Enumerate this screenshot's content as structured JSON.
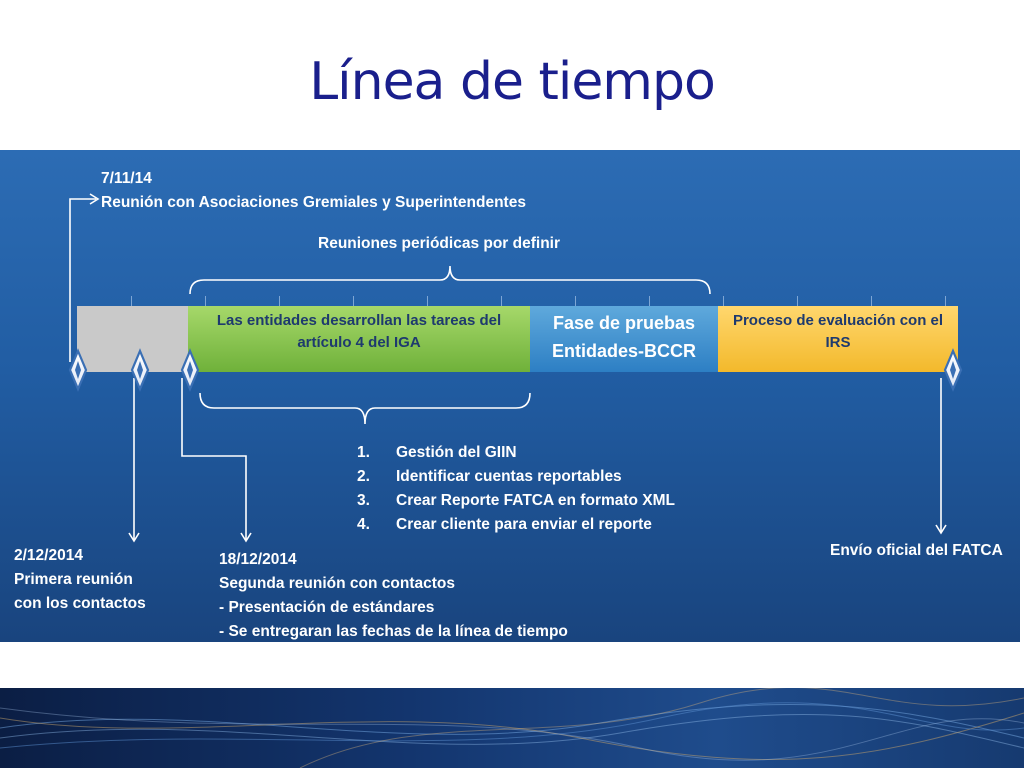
{
  "title": "Línea de tiempo",
  "events": {
    "nov": {
      "date": "7/11/14",
      "text": "Reunión con Asociaciones Gremiales y Superintendentes"
    },
    "dec2": {
      "date": "2/12/2014",
      "line1": "Primera reunión",
      "line2": "con los contactos"
    },
    "dec18": {
      "date": "18/12/2014",
      "line1": "Segunda reunión con contactos",
      "line2": "- Presentación de estándares",
      "line3": "- Se entregaran las fechas de la línea de tiempo"
    },
    "final": {
      "text": "Envío oficial del FATCA"
    }
  },
  "periodic_label": "Reuniones periódicas por definir",
  "phases": [
    {
      "line1": "Las entidades desarrollan las tareas del",
      "line2": "artículo 4 del IGA",
      "color": "#6fb13a"
    },
    {
      "line1": "Fase de pruebas",
      "line2": "Entidades-BCCR",
      "color": "#2d7fc4"
    },
    {
      "line1": "Proceso de evaluación con el",
      "line2": "IRS",
      "color": "#f3b92c"
    }
  ],
  "tasks": [
    {
      "num": "1.",
      "text": "Gestión del GIIN"
    },
    {
      "num": "2.",
      "text": "Identificar cuentas reportables"
    },
    {
      "num": "3.",
      "text": "Crear Reporte FATCA en formato XML"
    },
    {
      "num": "4.",
      "text": "Crear cliente para enviar el reporte"
    }
  ],
  "colors": {
    "title": "#1a1f8c",
    "panel": "#215da3",
    "text": "#ffffff",
    "phase_text": "#1e3a6e"
  }
}
